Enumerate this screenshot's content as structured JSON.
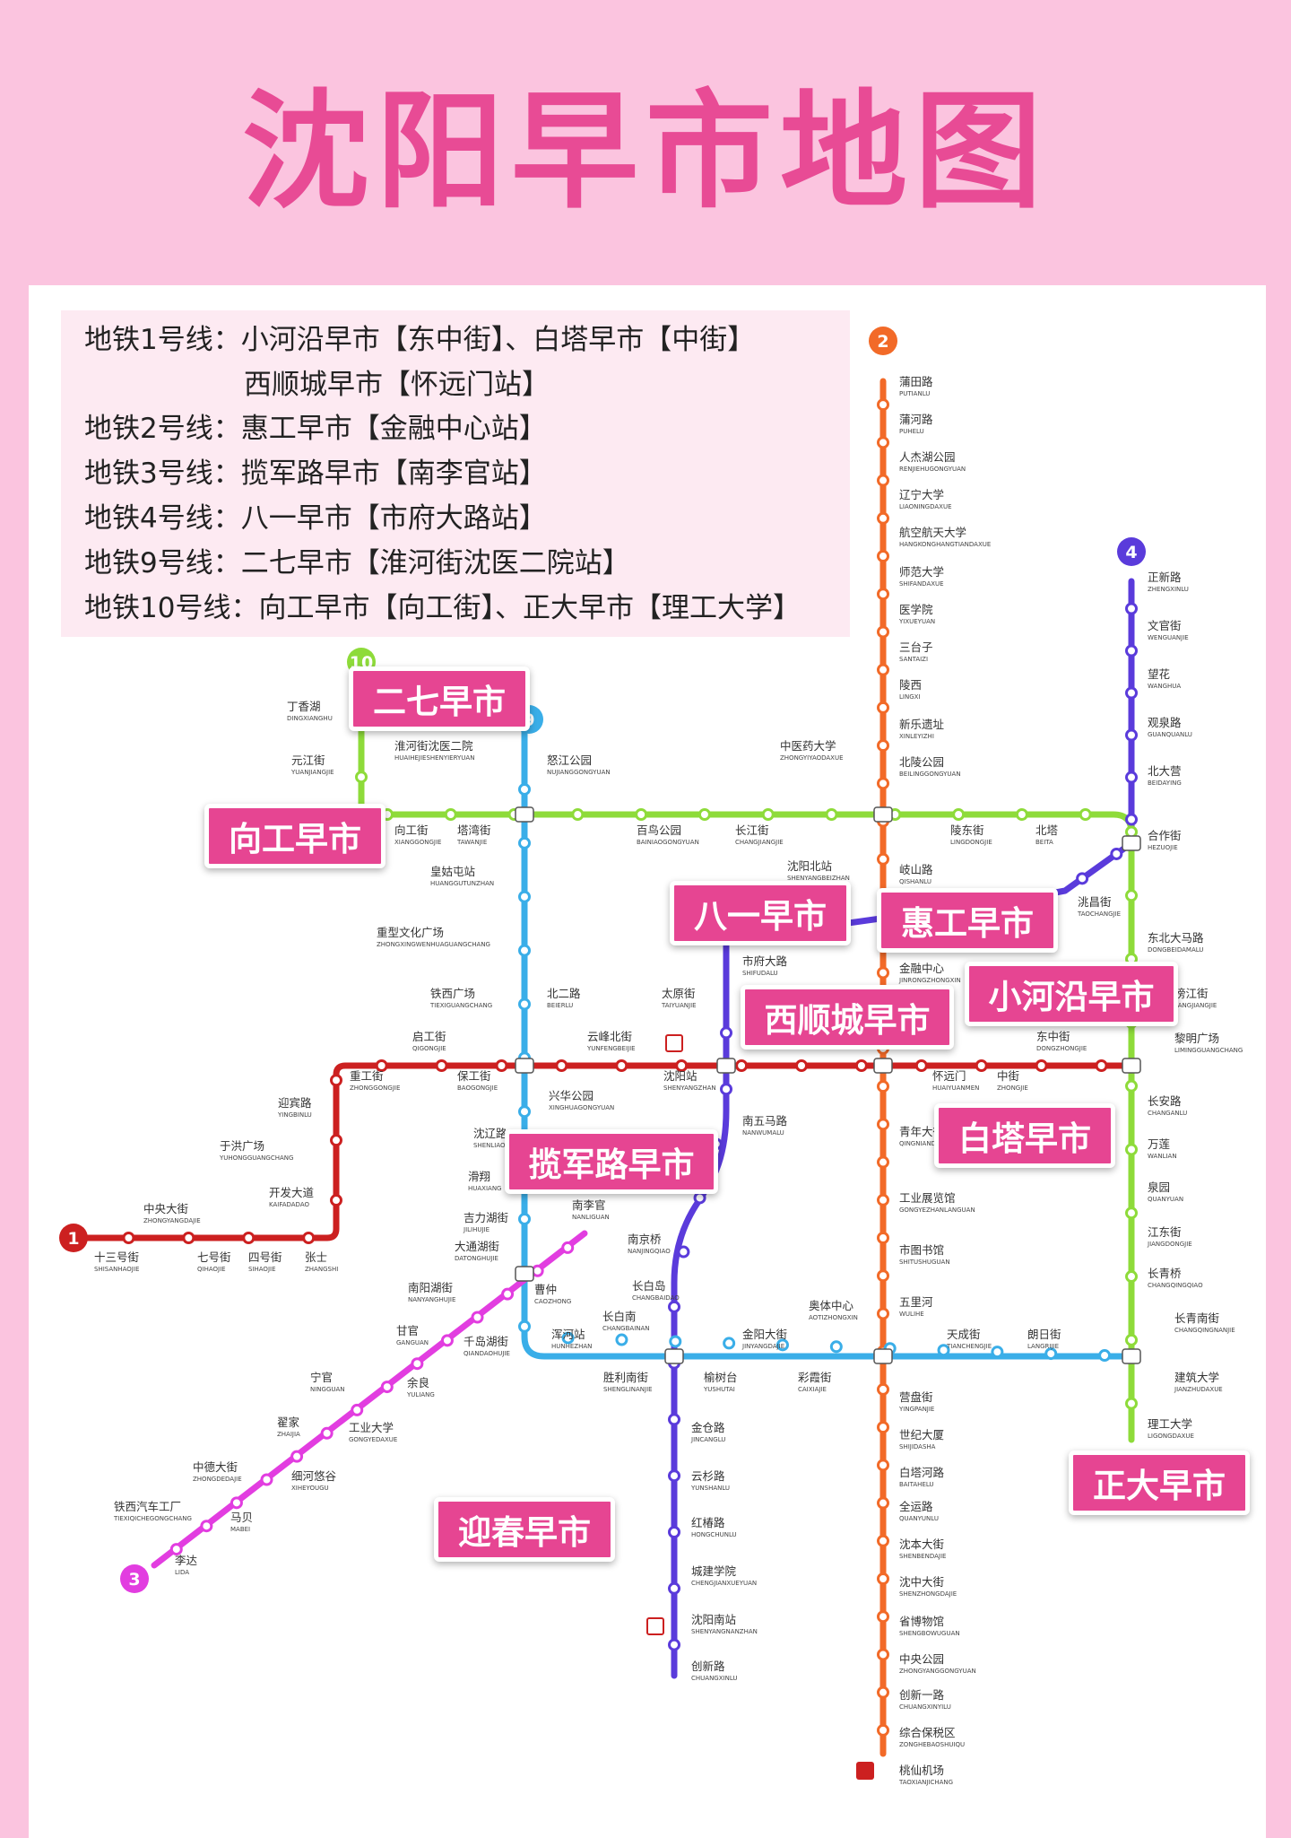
{
  "title": "沈阳早市地图",
  "legend": [
    {
      "label": "地铁1号线：",
      "value": "小河沿早市【东中街】、白塔早市【中街】"
    },
    {
      "label": "",
      "value": "西顺城早市【怀远门站】"
    },
    {
      "label": "地铁2号线：",
      "value": "惠工早市【金融中心站】"
    },
    {
      "label": "地铁3号线：",
      "value": "揽军路早市【南李官站】"
    },
    {
      "label": "地铁4号线：",
      "value": "八一早市【市府大路站】"
    },
    {
      "label": "地铁9号线：",
      "value": "二七早市【淮河街沈医二院站】"
    },
    {
      "label": "地铁10号线：",
      "value": "向工早市【向工街】、正大早市【理工大学】"
    }
  ],
  "markets": [
    {
      "name": "二七早市"
    },
    {
      "name": "向工早市"
    },
    {
      "name": "八一早市"
    },
    {
      "name": "惠工早市"
    },
    {
      "name": "小河沿早市"
    },
    {
      "name": "西顺城早市"
    },
    {
      "name": "白塔早市"
    },
    {
      "name": "揽军路早市"
    },
    {
      "name": "正大早市"
    },
    {
      "name": "迎春早市"
    }
  ],
  "lines": [
    {
      "id": "line-1",
      "badge": "1",
      "color": "#cc2020"
    },
    {
      "id": "line-2",
      "badge": "2",
      "color": "#f26a28"
    },
    {
      "id": "line-3",
      "badge": "3",
      "color": "#e23de0"
    },
    {
      "id": "line-4",
      "badge": "4",
      "color": "#5a3bdb"
    },
    {
      "id": "line-9",
      "badge": "9",
      "color": "#3aaee8"
    },
    {
      "id": "line-10",
      "badge": "10",
      "color": "#8edb3a"
    }
  ],
  "stations": [
    {
      "n": "蒲田路",
      "p": "PUTIANLU"
    },
    {
      "n": "蒲河路",
      "p": "PUHELU"
    },
    {
      "n": "人杰湖公园",
      "p": "RENJIEHUGONGYUAN"
    },
    {
      "n": "辽宁大学",
      "p": "LIAONINGDAXUE"
    },
    {
      "n": "航空航天大学",
      "p": "HANGKONGHANGTIANDAXUE"
    },
    {
      "n": "师范大学",
      "p": "SHIFANDAXUE"
    },
    {
      "n": "医学院",
      "p": "YIXUEYUAN"
    },
    {
      "n": "三台子",
      "p": "SANTAIZI"
    },
    {
      "n": "陵西",
      "p": "LINGXI"
    },
    {
      "n": "新乐遗址",
      "p": "XINLEYIZHI"
    },
    {
      "n": "北陵公园",
      "p": "BEILINGGONGYUAN"
    },
    {
      "n": "中医药大学",
      "p": "ZHONGYIYAODAXUE"
    },
    {
      "n": "岐山路",
      "p": "QISHANLU"
    },
    {
      "n": "沈阳北站",
      "p": "SHENYANGBEIZHAN"
    },
    {
      "n": "金融中心",
      "p": "JINRONGZHONGXIN"
    },
    {
      "n": "青年大街",
      "p": "QINGNIANDAJIE"
    },
    {
      "n": "工业展览馆",
      "p": "GONGYEZHANLANGUAN"
    },
    {
      "n": "市图书馆",
      "p": "SHITUSHUGUAN"
    },
    {
      "n": "五里河",
      "p": "WULIHE"
    },
    {
      "n": "营盘街",
      "p": "YINGPANJIE"
    },
    {
      "n": "世纪大厦",
      "p": "SHIJIDASHA"
    },
    {
      "n": "白塔河路",
      "p": "BAITAHELU"
    },
    {
      "n": "全运路",
      "p": "QUANYUNLU"
    },
    {
      "n": "沈本大街",
      "p": "SHENBENDAJIE"
    },
    {
      "n": "沈中大街",
      "p": "SHENZHONGDAJIE"
    },
    {
      "n": "省博物馆",
      "p": "SHENGBOWUGUAN"
    },
    {
      "n": "中央公园",
      "p": "ZHONGYANGGONGYUAN"
    },
    {
      "n": "创新一路",
      "p": "CHUANGXINYILU"
    },
    {
      "n": "综合保税区",
      "p": "ZONGHEBAOSHUIQU"
    },
    {
      "n": "桃仙机场",
      "p": "TAOXIANJICHANG"
    },
    {
      "n": "正新路",
      "p": "ZHENGXINLU"
    },
    {
      "n": "文官街",
      "p": "WENGUANJIE"
    },
    {
      "n": "望花",
      "p": "WANGHUA"
    },
    {
      "n": "观泉路",
      "p": "GUANQUANLU"
    },
    {
      "n": "北大营",
      "p": "BEIDAYING"
    },
    {
      "n": "合作街",
      "p": "HEZUOJIE"
    },
    {
      "n": "洮昌街",
      "p": "TAOCHANGJIE"
    },
    {
      "n": "东北大马路",
      "p": "DONGBEIDAMALU"
    },
    {
      "n": "滂江街",
      "p": "PANGJIANGJIE"
    },
    {
      "n": "黎明广场",
      "p": "LIMINGGUANGCHANG"
    },
    {
      "n": "东中街",
      "p": "DONGZHONGJIE"
    },
    {
      "n": "长安路",
      "p": "CHANGANLU"
    },
    {
      "n": "万莲",
      "p": "WANLIAN"
    },
    {
      "n": "泉园",
      "p": "QUANYUAN"
    },
    {
      "n": "江东街",
      "p": "JIANGDONGJIE"
    },
    {
      "n": "长青桥",
      "p": "CHANGQINGQIAO"
    },
    {
      "n": "长青南街",
      "p": "CHANGQINGNANJIE"
    },
    {
      "n": "建筑大学",
      "p": "JIANZHUDAXUE"
    },
    {
      "n": "理工大学",
      "p": "LIGONGDAXUE"
    },
    {
      "n": "丁香湖",
      "p": "DINGXIANGHU"
    },
    {
      "n": "元江街",
      "p": "YUANJIANGJIE"
    },
    {
      "n": "向工街",
      "p": "XIANGGONGJIE"
    },
    {
      "n": "塔湾街",
      "p": "TAWANJIE"
    },
    {
      "n": "淮河街沈医二院",
      "p": "HUAIHEJIESHENYIERYUAN"
    },
    {
      "n": "怒江公园",
      "p": "NUJIANGGONGYUAN"
    },
    {
      "n": "百鸟公园",
      "p": "BAINIAOGONGYUAN"
    },
    {
      "n": "长江街",
      "p": "CHANGJIANGJIE"
    },
    {
      "n": "陵东街",
      "p": "LINGDONGJIE"
    },
    {
      "n": "北塔",
      "p": "BEITA"
    },
    {
      "n": "皇姑屯站",
      "p": "HUANGGUTUNZHAN"
    },
    {
      "n": "重型文化广场",
      "p": "ZHONGXINGWENHUAGUANGCHANG"
    },
    {
      "n": "铁西广场",
      "p": "TIEXIGUANGCHANG"
    },
    {
      "n": "北二路",
      "p": "BEIERLU"
    },
    {
      "n": "太原街",
      "p": "TAIYUANJIE"
    },
    {
      "n": "市府大路",
      "p": "SHIFUDALU"
    },
    {
      "n": "启工街",
      "p": "QIGONGJIE"
    },
    {
      "n": "云峰北街",
      "p": "YUNFENGBEIJIE"
    },
    {
      "n": "重工街",
      "p": "ZHONGGONGJIE"
    },
    {
      "n": "保工街",
      "p": "BAOGONGJIE"
    },
    {
      "n": "沈阳站",
      "p": "SHENYANGZHAN"
    },
    {
      "n": "怀远门",
      "p": "HUAIYUANMEN"
    },
    {
      "n": "中街",
      "p": "ZHONGJIE"
    },
    {
      "n": "兴华公园",
      "p": "XINGHUAGONGYUAN"
    },
    {
      "n": "南五马路",
      "p": "NANWUMALU"
    },
    {
      "n": "迎宾路",
      "p": "YINGBINLU"
    },
    {
      "n": "于洪广场",
      "p": "YUHONGGUANGCHANG"
    },
    {
      "n": "开发大道",
      "p": "KAIFADADAO"
    },
    {
      "n": "中央大街",
      "p": "ZHONGYANGDAJIE"
    },
    {
      "n": "十三号街",
      "p": "SHISANHAOJIE"
    },
    {
      "n": "七号街",
      "p": "QIHAOJIE"
    },
    {
      "n": "四号街",
      "p": "SIHAOJIE"
    },
    {
      "n": "张士",
      "p": "ZHANGSHI"
    },
    {
      "n": "沈辽路",
      "p": "SHENLIAOLU"
    },
    {
      "n": "滑翔",
      "p": "HUAXIANG"
    },
    {
      "n": "吉力湖街",
      "p": "JILIHUJIE"
    },
    {
      "n": "大通湖街",
      "p": "DATONGHUJIE"
    },
    {
      "n": "南李官",
      "p": "NANLIGUAN"
    },
    {
      "n": "南京桥",
      "p": "NANJINGQIAO"
    },
    {
      "n": "南阳湖街",
      "p": "NANYANGHUJIE"
    },
    {
      "n": "曹仲",
      "p": "CAOZHONG"
    },
    {
      "n": "长白岛",
      "p": "CHANGBAIDAO"
    },
    {
      "n": "长白南",
      "p": "CHANGBAINAN"
    },
    {
      "n": "浑河站",
      "p": "HUNHEZHAN"
    },
    {
      "n": "甘官",
      "p": "GANGUAN"
    },
    {
      "n": "千岛湖街",
      "p": "QIANDAOHUJIE"
    },
    {
      "n": "宁官",
      "p": "NINGGUAN"
    },
    {
      "n": "余良",
      "p": "YULIANG"
    },
    {
      "n": "翟家",
      "p": "ZHAIJIA"
    },
    {
      "n": "工业大学",
      "p": "GONGYEDAXUE"
    },
    {
      "n": "中德大街",
      "p": "ZHONGDEDAJIE"
    },
    {
      "n": "细河悠谷",
      "p": "XIHEYOUGU"
    },
    {
      "n": "铁西汽车工厂",
      "p": "TIEXIQICHEGONGCHANG"
    },
    {
      "n": "马贝",
      "p": "MABEI"
    },
    {
      "n": "李达",
      "p": "LIDA"
    },
    {
      "n": "奥体中心",
      "p": "AOTIZHONGXIN"
    },
    {
      "n": "金阳大街",
      "p": "JINYANGDAJIE"
    },
    {
      "n": "胜利南街",
      "p": "SHENGLINANJIE"
    },
    {
      "n": "榆树台",
      "p": "YUSHUTAI"
    },
    {
      "n": "彩霞街",
      "p": "CAIXIAJIE"
    },
    {
      "n": "天成街",
      "p": "TIANCHENGJIE"
    },
    {
      "n": "朗日街",
      "p": "LANGRIJIE"
    },
    {
      "n": "金仓路",
      "p": "JINCANGLU"
    },
    {
      "n": "云杉路",
      "p": "YUNSHANLU"
    },
    {
      "n": "红椿路",
      "p": "HONGCHUNLU"
    },
    {
      "n": "城建学院",
      "p": "CHENGJIANXUEYUAN"
    },
    {
      "n": "沈阳南站",
      "p": "SHENYANGNANZHAN"
    },
    {
      "n": "创新路",
      "p": "CHUANGXINLU"
    }
  ]
}
